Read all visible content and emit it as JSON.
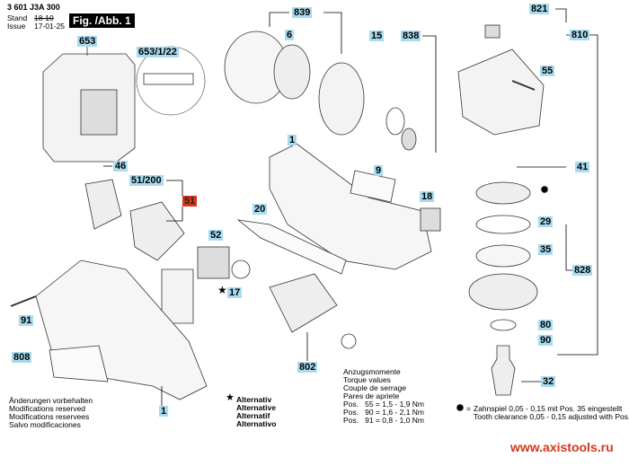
{
  "header": {
    "part_number": "3 601 J3A 300",
    "stand_label": "Stand",
    "issue_label": "Issue",
    "stand_value": "18-10",
    "issue_value": "17-01-25",
    "figure": "Fig. /Abb. 1"
  },
  "labels": {
    "l653": "653",
    "l653_1_22": "653/1/22",
    "l46": "46",
    "l51_200": "51/200",
    "l51": "51",
    "l52": "52",
    "l17": "17",
    "l91": "91",
    "l808": "808",
    "l1a": "1",
    "l1b": "1",
    "l20": "20",
    "l9": "9",
    "l18": "18",
    "l802": "802",
    "l6": "6",
    "l839": "839",
    "l15": "15",
    "l838": "838",
    "l821": "821",
    "l810": "810",
    "l55": "55",
    "l41": "41",
    "l29": "29",
    "l35": "35",
    "l828": "828",
    "l80": "80",
    "l90": "90",
    "l32": "32"
  },
  "colors": {
    "label_bg": "#a8dbef",
    "highlight_label": "#d9351a",
    "watermark": "#d9351a"
  },
  "notes": {
    "modifications": [
      "Änderungen vorbehalten",
      "Modifications reserved",
      "Modifications reservees",
      "Salvo modificaciones"
    ],
    "alternative": [
      "Alternativ",
      "Alternative",
      "Alternatif",
      "Alternativo"
    ],
    "torque": [
      "Anzugsmomente",
      "Torque values",
      "Couple de serrage",
      "Pares de apriete",
      "Pos.   55 = 1,5 - 1,9 Nm",
      "Pos.   90 = 1,6 - 2,1 Nm",
      "Pos.   91 = 0,8 - 1,0 Nm"
    ],
    "tooth_clearance": [
      "Zahnspiel 0,05 - 0,15 mit Pos. 35 eingestellt",
      "Tooth clearance 0,05 - 0,15 adjusted with Pos. 35"
    ]
  },
  "watermark": "www.axistools.ru"
}
